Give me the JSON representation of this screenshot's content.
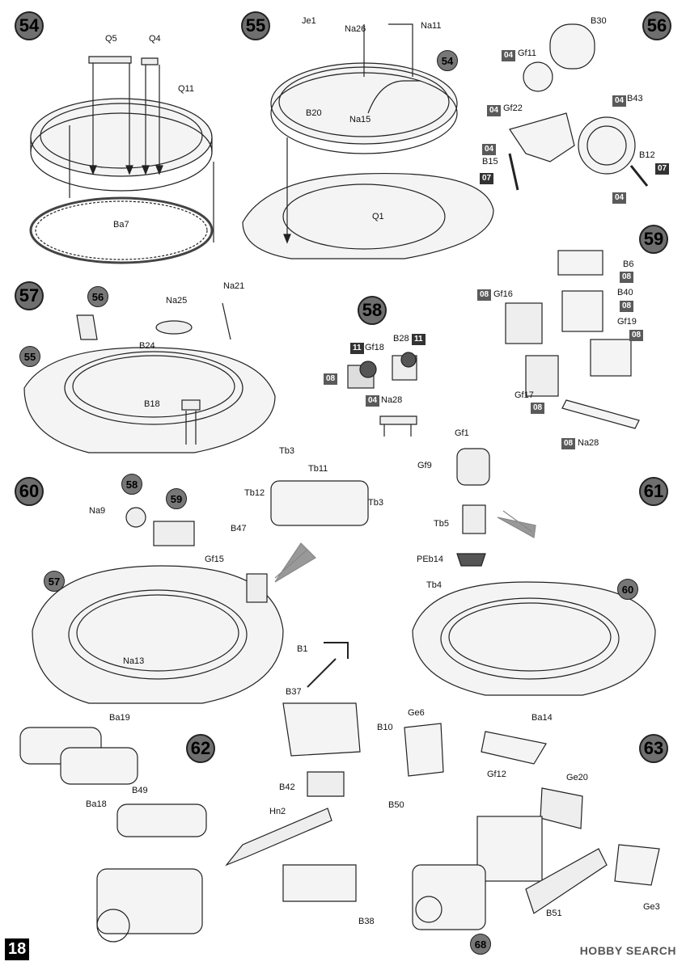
{
  "page_number": "18",
  "watermark": "HOBBY SEARCH",
  "steps": [
    "54",
    "55",
    "56",
    "57",
    "58",
    "59",
    "60",
    "61",
    "62",
    "63"
  ],
  "refs": {
    "r54": "54",
    "r56": "56",
    "r55": "55",
    "r58": "58",
    "r59": "59",
    "r57": "57",
    "r60": "60",
    "r68": "68"
  },
  "labels": {
    "q5": "Q5",
    "q4": "Q4",
    "q11": "Q11",
    "ba7": "Ba7",
    "je1": "Je1",
    "na26": "Na26",
    "na11": "Na11",
    "b20": "B20",
    "na15": "Na15",
    "q1": "Q1",
    "b30": "B30",
    "gf11": "Gf11",
    "gf22": "Gf22",
    "b43": "B43",
    "b15": "B15",
    "b12": "B12",
    "na25": "Na25",
    "na21": "Na21",
    "b24": "B24",
    "b18": "B18",
    "gf18": "Gf18",
    "b28": "B28",
    "na28a": "Na28",
    "b6": "B6",
    "b40": "B40",
    "gf16": "Gf16",
    "gf19": "Gf19",
    "gf17": "Gf17",
    "na28b": "Na28",
    "tb3a": "Tb3",
    "tb11": "Tb11",
    "tb12": "Tb12",
    "tb3b": "Tb3",
    "gf1": "Gf1",
    "gf9": "Gf9",
    "na9": "Na9",
    "b47": "B47",
    "gf15": "Gf15",
    "na13": "Na13",
    "tb5": "Tb5",
    "peb14": "PEb14",
    "tb4": "Tb4",
    "b1": "B1",
    "b37": "B37",
    "b10": "B10",
    "ba19": "Ba19",
    "ba18": "Ba18",
    "b49": "B49",
    "b42": "B42",
    "hn2": "Hn2",
    "b38": "B38",
    "ge6": "Ge6",
    "ba14": "Ba14",
    "gf12": "Gf12",
    "ge20": "Ge20",
    "b50": "B50",
    "b51": "B51",
    "ge3": "Ge3"
  },
  "tags": {
    "t04a": "04",
    "t04b": "04",
    "t04c": "04",
    "t07a": "07",
    "t04d": "04",
    "t07b": "07",
    "t04e": "04",
    "t11a": "11",
    "t11b": "11",
    "t08a": "08",
    "t04f": "04",
    "t08b": "08",
    "t08c": "08",
    "t08d": "08",
    "t08e": "08",
    "t08f": "08",
    "t08g": "08"
  }
}
